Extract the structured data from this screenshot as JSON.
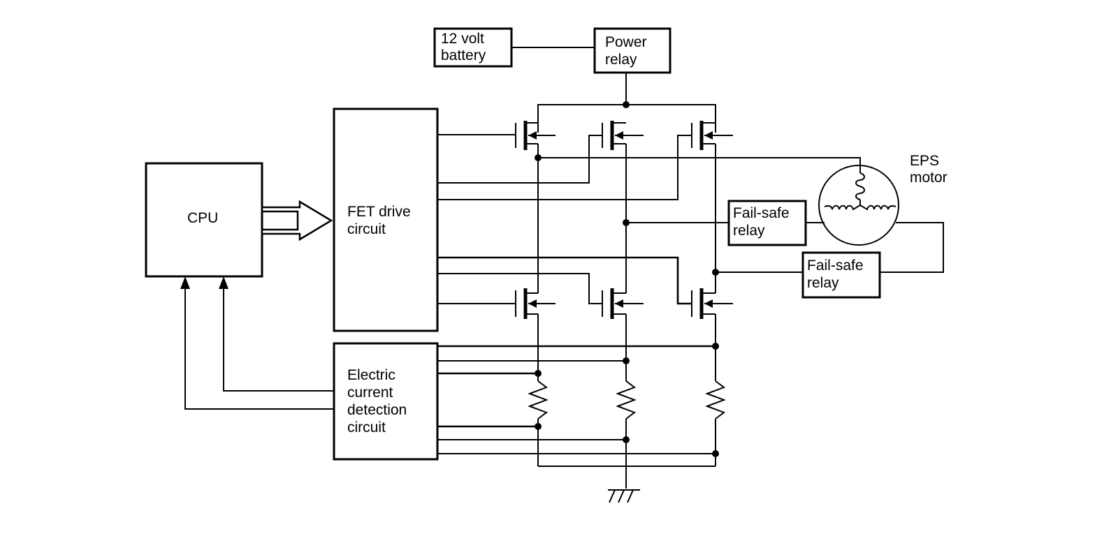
{
  "labels": {
    "battery": [
      "12 volt",
      "battery"
    ],
    "power_relay": [
      "Power",
      "relay"
    ],
    "cpu": [
      "CPU"
    ],
    "fet_drive": [
      "FET drive",
      "circuit"
    ],
    "current_detection": [
      "Electric",
      "current",
      "detection",
      "circuit"
    ],
    "fail_safe_relay_1": [
      "Fail-safe",
      "relay"
    ],
    "fail_safe_relay_2": [
      "Fail-safe",
      "relay"
    ],
    "eps_motor": [
      "EPS",
      "motor"
    ]
  }
}
